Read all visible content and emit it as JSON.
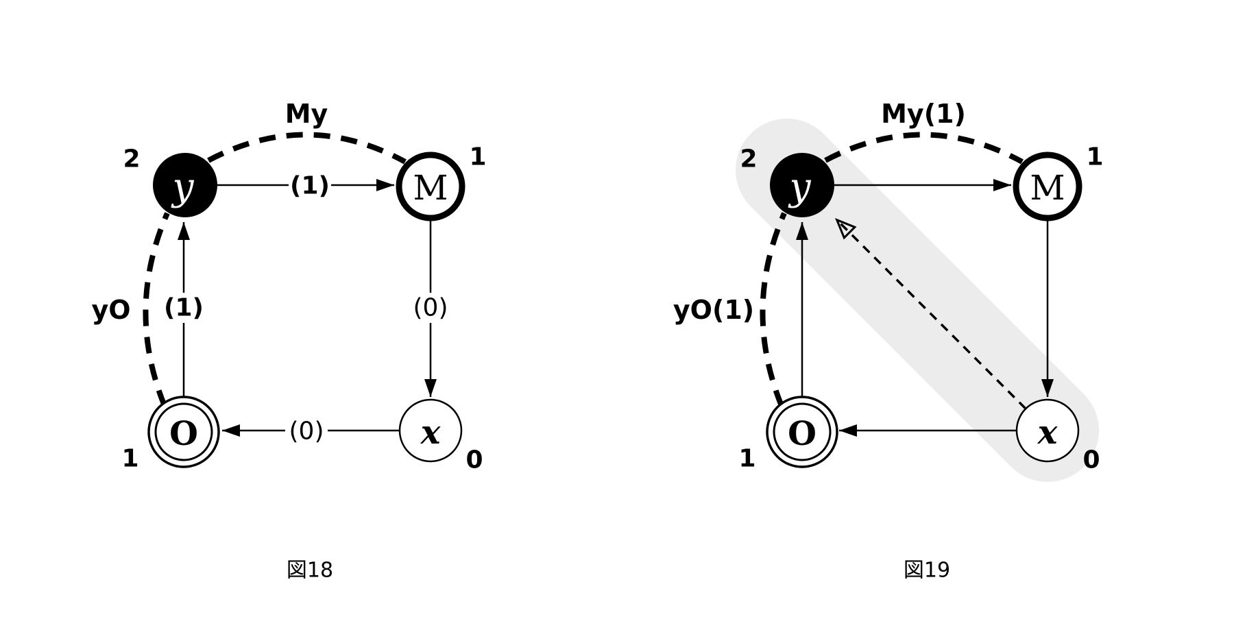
{
  "colors": {
    "ink": "#000000",
    "background": "#ffffff",
    "highlight_band": "#ececec"
  },
  "figures": [
    {
      "caption": "図18",
      "nodes": {
        "y": {
          "label": "y",
          "count": "2"
        },
        "M": {
          "label": "M",
          "count": "1"
        },
        "O": {
          "label": "O",
          "count": "1"
        },
        "x": {
          "label": "x",
          "count": "0"
        }
      },
      "edge_labels": {
        "y_to_M": "(1)",
        "M_to_x": "(0)",
        "x_to_O": "(0)",
        "O_to_y": "(1)"
      },
      "arc_labels": {
        "My": "My",
        "yO": "yO"
      }
    },
    {
      "caption": "図19",
      "nodes": {
        "y": {
          "label": "y",
          "count": "2"
        },
        "M": {
          "label": "M",
          "count": "1"
        },
        "O": {
          "label": "O",
          "count": "1"
        },
        "x": {
          "label": "x",
          "count": "0"
        }
      },
      "arc_labels": {
        "My": "My(1)",
        "yO": "yO(1)"
      },
      "highlighted_path": {
        "from": "y",
        "to": "x"
      },
      "return_edge": {
        "from": "x",
        "to": "y",
        "style": "dashed-open-arrow"
      }
    }
  ]
}
